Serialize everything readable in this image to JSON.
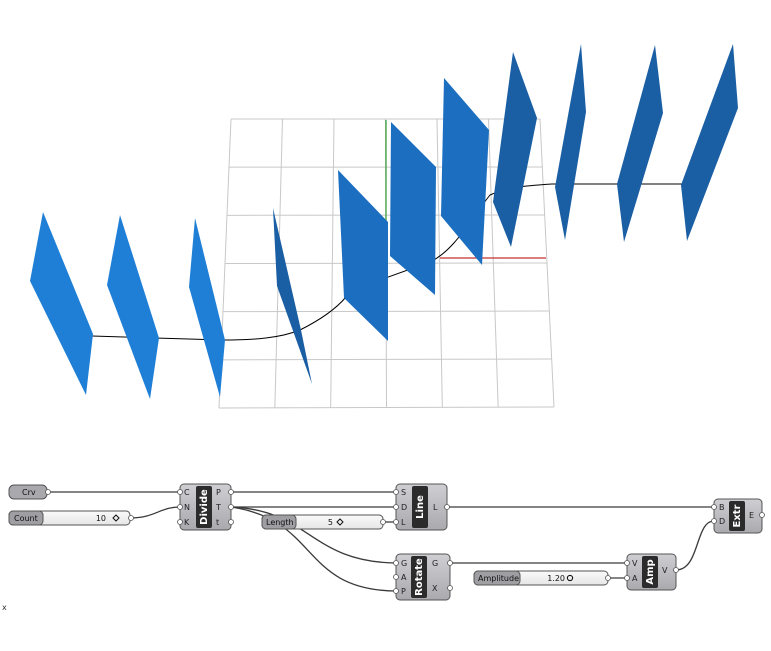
{
  "colors": {
    "plane_light": "#1f7fd6",
    "plane_mid": "#1c6fc0",
    "plane_dark": "#1a5ea3",
    "grid": "#c8c8c8",
    "axis_x": "#c03030",
    "axis_y": "#2f9a2f",
    "wire": "#3a3a3a",
    "component_fill": "#b8b8bd",
    "component_border": "#555555",
    "title_box": "#2b2b2b",
    "slider_track": "#f0f0f0"
  },
  "canvas": {
    "params": [
      {
        "name": "crv",
        "label": "Crv"
      }
    ],
    "sliders": [
      {
        "name": "count",
        "label": "Count",
        "value": "10"
      },
      {
        "name": "length",
        "label": "Length",
        "value": "5"
      },
      {
        "name": "amplitude",
        "label": "Amplitude",
        "value": "1.20"
      }
    ],
    "components": [
      {
        "name": "divide",
        "title": "Divide",
        "inputs": [
          "C",
          "N",
          "K"
        ],
        "outputs": [
          "P",
          "T",
          "t"
        ]
      },
      {
        "name": "line",
        "title": "Line",
        "inputs": [
          "S",
          "D",
          "L"
        ],
        "outputs": [
          "L"
        ]
      },
      {
        "name": "rotate",
        "title": "Rotate",
        "inputs": [
          "G",
          "A",
          "P"
        ],
        "outputs": [
          "G",
          "X"
        ]
      },
      {
        "name": "amp",
        "title": "Amp",
        "inputs": [
          "V",
          "A"
        ],
        "outputs": [
          "V"
        ]
      },
      {
        "name": "extr",
        "title": "Extr",
        "inputs": [
          "B",
          "D"
        ],
        "outputs": [
          "E"
        ]
      }
    ],
    "axis_indicator": "x"
  }
}
